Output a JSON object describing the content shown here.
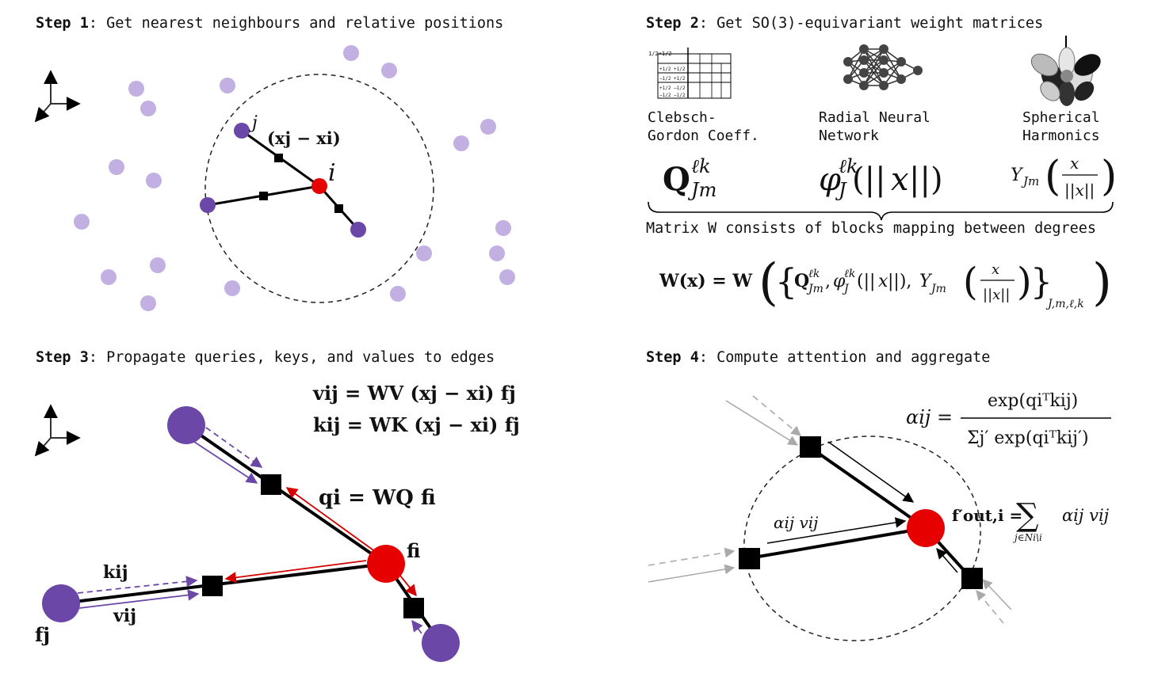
{
  "step1": {
    "prefix": "Step 1",
    "title": ": Get nearest neighbours and relative positions",
    "label_j": "j",
    "label_i": "i",
    "rel_pos": "(xj − xi)"
  },
  "step2": {
    "prefix": "Step 2",
    "title": ": Get SO(3)-equivariant weight matrices",
    "cg_label": [
      "Clebsch-",
      "Gordon Coeff."
    ],
    "rnn_label": [
      "Radial Neural",
      "Network"
    ],
    "sh_label": [
      "Spherical",
      "Harmonics"
    ],
    "cg_symbol": "Q",
    "rnn_symbol": "φ",
    "sh_symbol": "Y",
    "matrix_text": "Matrix W consists of blocks mapping between degrees",
    "w_formula": "W(x) = W",
    "cg_table_rows": [
      "1/2×1/2",
      "+1/2 +1/2",
      "−1/2 +1/2",
      "+1/2 −1/2",
      "−1/2 −1/2"
    ]
  },
  "step3": {
    "prefix": "Step 3",
    "title": ": Propagate queries, keys, and values to edges",
    "eq_v": "vij = WV (xj − xi) fj",
    "eq_k": "kij = WK (xj − xi) fj",
    "eq_q": "qi = WQ fi",
    "label_fi": "fi",
    "label_fj": "fj",
    "label_kij": "kij",
    "label_vij": "vij"
  },
  "step4": {
    "prefix": "Step 4",
    "title": ": Compute attention and aggregate",
    "alpha_lhs": "αij =",
    "alpha_num": "exp(qiᵀkij)",
    "alpha_den": "Σj′ exp(qiᵀkij′)",
    "fout_lhs": "f′out,i =",
    "fout_rhs": "αij vij",
    "fout_sub": "j∈Ni\\i",
    "edge_label": "αij vij"
  },
  "colors": {
    "red": "#e60000",
    "purple_dark": "#6b47a8",
    "purple_light": "#c2b0e2",
    "grey": "#aaaaaa",
    "black": "#000000"
  }
}
